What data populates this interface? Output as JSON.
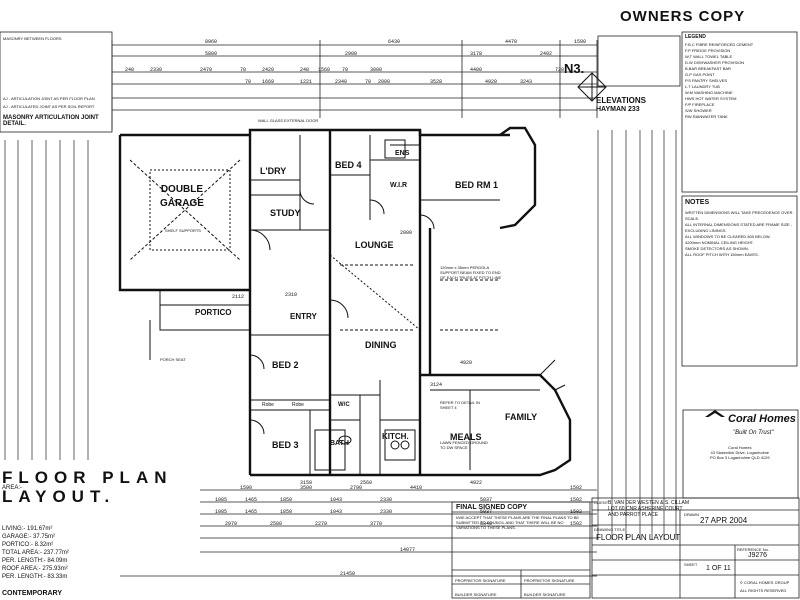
{
  "header": {
    "owners_copy": "OWNERS COPY",
    "plan_code": "N3.",
    "elevations": "ELEVATIONS",
    "elevation_name": "HAYMAN 233"
  },
  "top_dims": {
    "row1": [
      "8960",
      "6430",
      "4470",
      "1590"
    ],
    "row2": [
      "5800",
      "2900",
      "3178",
      "2492"
    ],
    "row3": [
      "240",
      "2330",
      "2470",
      "70",
      "2420",
      "240",
      "1560",
      "70",
      "3000",
      "4400",
      "720"
    ],
    "row4": [
      "70",
      "1669",
      "1221",
      "2340",
      "70",
      "2000",
      "3528",
      "4920",
      "3243"
    ]
  },
  "legend_masonry": {
    "title": "MASONRY ARTICULATION JOINT DETAIL.",
    "items": [
      "MASONRY BETWEEN FLOORS",
      "AJ - ARTICULATION JOINT AS PER FLOOR PLAN",
      "AJ - ARTICULATED JOINT AS PER SOIL REPORT"
    ]
  },
  "rooms": {
    "double_garage": "DOUBLE\nGARAGE",
    "ldry": "L'DRY",
    "bed4": "BED 4",
    "ens": "ENS",
    "wir": "W.I.R",
    "bed1": "BED RM 1",
    "study": "STUDY",
    "lounge": "LOUNGE",
    "portico": "PORTICO",
    "entry": "ENTRY",
    "bed2": "BED 2",
    "dining": "DINING",
    "robe1": "Robe",
    "robe2": "Robe",
    "bed3": "BED 3",
    "bath": "BATH",
    "wc": "W/C",
    "kitch": "KITCH.",
    "meals": "MEALS",
    "family": "FAMILY"
  },
  "notes_left": {
    "area_label": "AREA:-",
    "lines": [
      {
        "label": "LIVING:-",
        "value": "191.67m²"
      },
      {
        "label": "GARAGE:-",
        "value": "37.75m²"
      },
      {
        "label": "PORTICO:-",
        "value": "8.32m²"
      },
      {
        "label": "TOTAL AREA:-",
        "value": "237.77m²"
      },
      {
        "label": "PER. LENGTH:-",
        "value": "84.09m"
      },
      {
        "label": "ROOF AREA:-",
        "value": "275.93m²"
      },
      {
        "label": "PER. LENGTH:-",
        "value": "83.33m"
      }
    ],
    "floor_plan_title": "FLOOR PLAN\nLAYOUT.",
    "contemporary": "CONTEMPORARY"
  },
  "bottom_dims": {
    "row1": [
      "1590",
      "3500",
      "2790",
      "4410",
      "1502"
    ],
    "row2": [
      "1085",
      "1465",
      "1850",
      "1043",
      "2330",
      "5037",
      "1502"
    ],
    "row3": [
      "1085",
      "1465",
      "1850",
      "1043",
      "2330",
      "5037",
      "1502"
    ],
    "row4": [
      "2970",
      "2580",
      "2270",
      "3770",
      "6340",
      "1502"
    ],
    "row5": [
      "14077"
    ],
    "total": "21450"
  },
  "final_signed": {
    "title": "FINAL SIGNED COPY",
    "body": "I/WE ACCEPT THAT THESE PLANS ARE THE FINAL PLANS TO BE SUBMITTED TO COUNCIL AND THAT THERE WILL BE NO VARIATIONS TO THESE PLANS.",
    "sig1": "PROPRIETOR SIGNATURE",
    "sig2": "PROPRIETOR SIGNATURE",
    "sig3": "BUILDER SIGNATURE",
    "sig4": "BUILDER SIGNATURE"
  },
  "title_block": {
    "company": "Coral Homes",
    "slogan": "\"Built On Trust\"",
    "address": "Coral Homes\n43 Sickerdick Drive, Loganholme\nPO Box 3 Loganholme QLD 4129",
    "client_label": "CLIENT",
    "client": "B. VAN DER WESTEN & S. CILLAM",
    "lot": "LOT 60 CNR ASHERINE COURT",
    "locality": "AND PARROT PLACE",
    "drawn_label": "DRAWN",
    "drawn_date": "27 APR 2004",
    "drawing_title_label": "DRAWING TITLE",
    "drawing_title": "FLOOR PLAN LAYOUT",
    "ref_label": "REFERENCE No.",
    "ref": "J9276",
    "sheet_label": "SHEET",
    "sheet": "1 OF 11",
    "copyright": "© CORAL HOMES GROUP",
    "rights": "ALL RIGHTS RESERVED"
  },
  "schedule_right": {
    "title": "LEGEND",
    "items": [
      "F.B.C FIBRE REINFORCED CEMENT",
      "F.P FRIDGE PROVISION",
      "W.T WALL TOWEL TABLE",
      "D.W DISHWASHER PROVISION",
      "B.BAR BREAKFAST BAR",
      "G.P GAS POINT",
      "P.S PANTRY SHELVES",
      "L.T LAUNDRY TUB",
      "W.M WASHING MACHINE",
      "HWS HOT WATER SYSTEM",
      "F/P FIREPLACE",
      "S/W SHOWER",
      "RW RAINWATER TANK"
    ]
  },
  "notes_right": {
    "title": "NOTES",
    "items": [
      "WRITTEN DIMENSIONS WILL TAKE PRECEDENCE OVER SCALE.",
      "ALL INTERNAL DIMENSIONS STATED ARE FRAME SIZE - EXCLUDING LININGS.",
      "ALL WINDOWS TO BE CLEARED 800 BELOW.",
      "4200mm NOMINAL CEILING HEIGHT.",
      "SMOKE DETECTORS AS SHOWN.",
      "ALL ROOF PITCH WITH 150mm EAVES."
    ]
  },
  "annotations": {
    "shelf_supports": "SHELF SUPPORTS",
    "wall_glass": "WALL GLASS EXTERNAL DOOR",
    "pergola": "120mm x 35mm PERGOLA SUPPORT BEAM FIXED TO END OF EACH TRUSS AT PITCH LINE",
    "porch_seat": "PORCH SEAT",
    "refer_kitch": "REFER TO DETAIL IN SHEET 4",
    "lawn_fence": "LAWN FENCED GROUND TO DW SPACE",
    "dims_inner": [
      "4920",
      "3124",
      "4922",
      "2112",
      "2000",
      "2310",
      "3150",
      "2560"
    ]
  }
}
